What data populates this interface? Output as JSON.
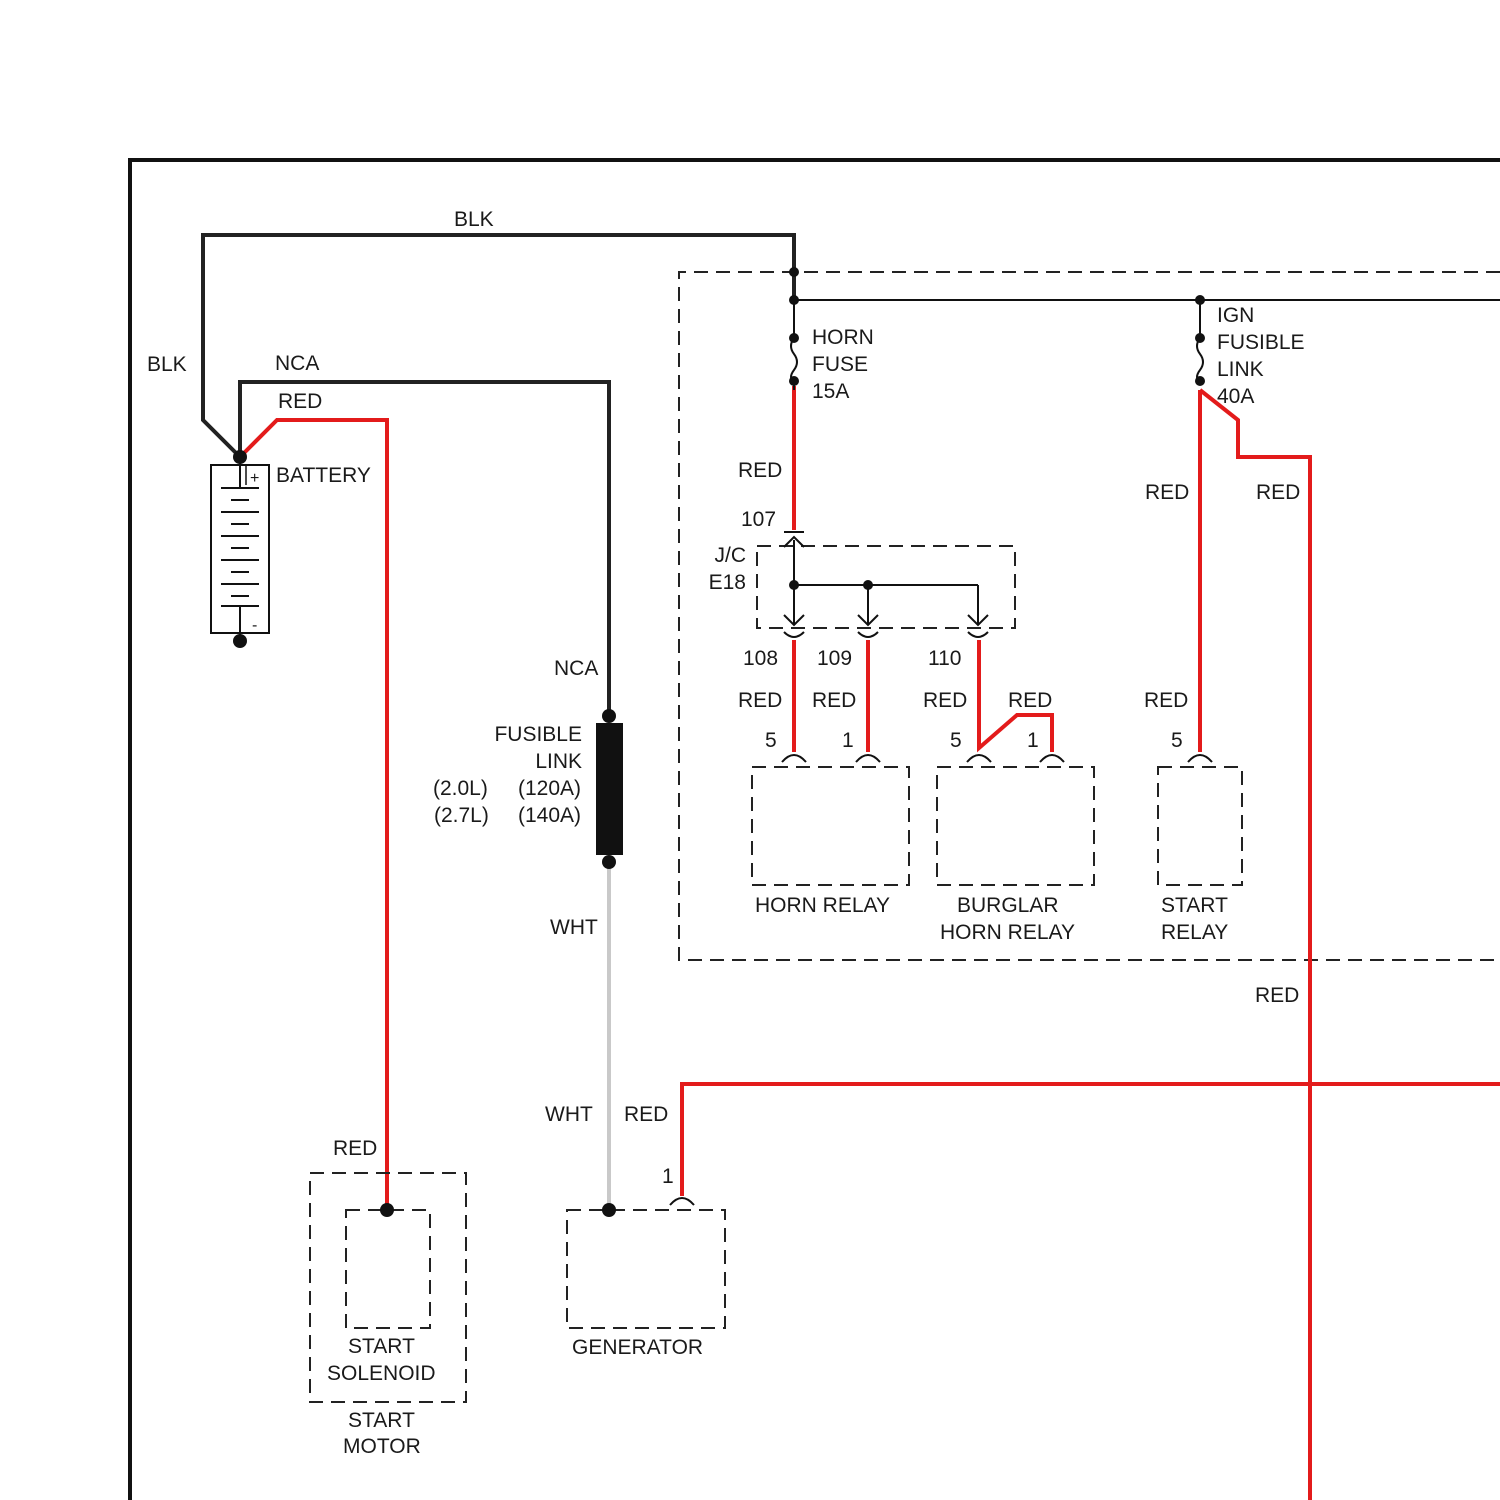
{
  "colors": {
    "red_wire": "#e31b1b",
    "black_wire": "#222222",
    "white_wire": "#c9c9c9"
  },
  "wires": {
    "blk_top": "BLK",
    "blk_left": "BLK",
    "nca_top": "NCA",
    "red_battery": "RED",
    "nca_fusible": "NCA",
    "wht_upper": "WHT",
    "wht_lower": "WHT",
    "red_generator": "RED",
    "red_solenoid": "RED",
    "red_horn_fuse": "RED",
    "red_ign_left": "RED",
    "red_ign_right": "RED",
    "red_horn_relay_5": "RED",
    "red_horn_relay_1": "RED",
    "red_burglar_5": "RED",
    "red_burglar_1": "RED",
    "red_start_relay": "RED",
    "red_right_trunk": "RED"
  },
  "components": {
    "battery": "BATTERY",
    "battery_plus": "+",
    "battery_minus": "-",
    "horn_fuse": [
      "HORN",
      "FUSE",
      "15A"
    ],
    "ign_fusible_link": [
      "IGN",
      "FUSIBLE",
      "LINK",
      "40A"
    ],
    "fusible_link": [
      "FUSIBLE",
      "LINK"
    ],
    "fusible_link_rating": [
      "(2.0L)",
      "(120A)",
      "(2.7L)",
      "(140A)"
    ],
    "junction_connector": [
      "J/C",
      "E18"
    ],
    "horn_relay": "HORN RELAY",
    "burglar_horn_relay": [
      "BURGLAR",
      "HORN RELAY"
    ],
    "start_relay": [
      "START",
      "RELAY"
    ],
    "generator": "GENERATOR",
    "start_solenoid": [
      "START",
      "SOLENOID"
    ],
    "start_motor": [
      "START",
      "MOTOR"
    ]
  },
  "pins": {
    "jc_107": "107",
    "jc_108": "108",
    "jc_109": "109",
    "jc_110": "110",
    "horn_relay_5": "5",
    "horn_relay_1": "1",
    "burglar_5": "5",
    "burglar_1": "1",
    "start_relay_5": "5",
    "generator_1": "1"
  }
}
